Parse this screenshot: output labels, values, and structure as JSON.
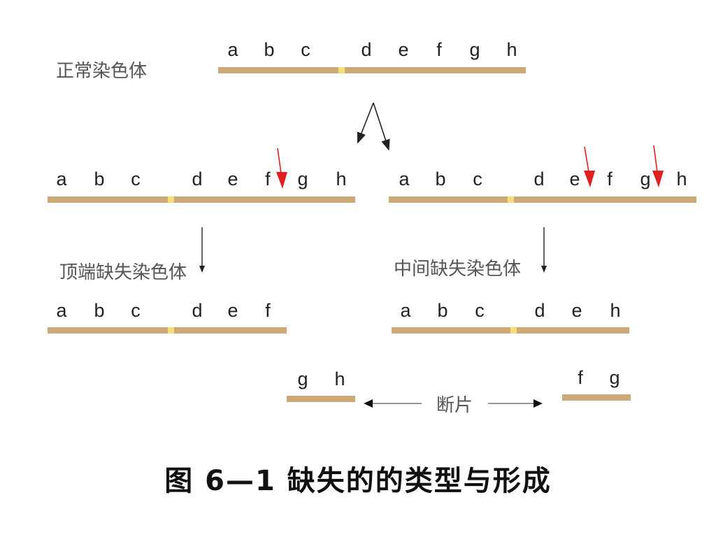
{
  "labels": {
    "normal": "正常染色体",
    "terminal_deletion": "顶端缺失染色体",
    "interstitial_deletion": "中间缺失染色体",
    "fragment": "断片"
  },
  "genes": {
    "normal": [
      "a",
      "b",
      "c",
      "d",
      "e",
      "f",
      "g",
      "h"
    ],
    "terminal_break": [
      "a",
      "b",
      "c",
      "d",
      "e",
      "f",
      "g",
      "h"
    ],
    "interstitial_break": [
      "a",
      "b",
      "c",
      "d",
      "e",
      "f",
      "g",
      "h"
    ],
    "terminal_result": [
      "a",
      "b",
      "c",
      "d",
      "e",
      "f"
    ],
    "interstitial_result": [
      "a",
      "b",
      "c",
      "d",
      "e",
      "h"
    ],
    "terminal_fragment": [
      "g",
      "h"
    ],
    "interstitial_fragment": [
      "f",
      "g"
    ]
  },
  "caption": "图 6—1 缺失的的类型与形成",
  "colors": {
    "chromosome": "#cfa878",
    "centromere": "#f3df7a",
    "break_arrow": "#e02020"
  }
}
